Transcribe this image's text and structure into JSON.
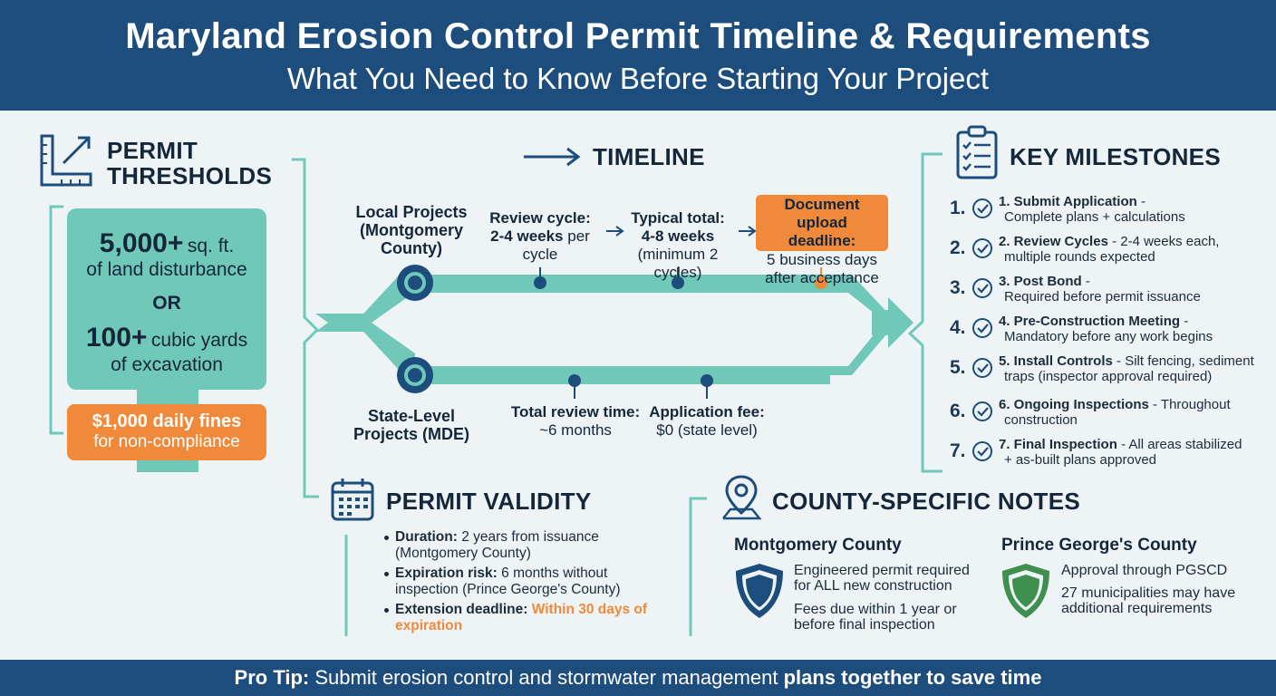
{
  "header": {
    "title": "Maryland Erosion Control Permit Timeline & Requirements",
    "subtitle": "What You Need to Know Before Starting Your Project"
  },
  "thresholds": {
    "title_line1": "PERMIT",
    "title_line2": "THRESHOLDS",
    "area_value": "5,000+",
    "area_unit": "sq. ft.",
    "area_desc": "of land disturbance",
    "or": "OR",
    "volume_value": "100+",
    "volume_unit": "cubic yards",
    "volume_desc": "of excavation",
    "fine_line1": "$1,000 daily fines",
    "fine_line2": "for non-compliance"
  },
  "timeline": {
    "title": "TIMELINE",
    "local_label_1": "Local Projects",
    "local_label_2": "(Montgomery",
    "local_label_3": "County)",
    "state_label_1": "State-Level",
    "state_label_2": "Projects (MDE)",
    "review_bold": "Review cycle:",
    "review_bold2": "2-4 weeks",
    "review_rest": "per",
    "review_rest2": "cycle",
    "typical_bold": "Typical total:",
    "typical_bold2": "4-8 weeks",
    "typical_rest": "(minimum 2 cycles)",
    "deadline_badge1": "Document upload",
    "deadline_badge2": "deadline:",
    "deadline_rest1": "5 business days",
    "deadline_rest2": "after acceptance",
    "total_bold": "Total review time:",
    "total_rest": "~6 months",
    "fee_bold": "Application fee:",
    "fee_rest": "$0 (state level)"
  },
  "milestones": {
    "title": "KEY MILESTONES",
    "items": [
      {
        "num": "1.",
        "bold": "1. Submit Application",
        "rest": " -",
        "line2": "Complete plans + calculations"
      },
      {
        "num": "2.",
        "bold": "2. Review Cycles",
        "rest": " - 2-4 weeks each,",
        "line2": "multiple rounds expected"
      },
      {
        "num": "3.",
        "bold": "3. Post Bond",
        "rest": " -",
        "line2": "Required before permit issuance"
      },
      {
        "num": "4.",
        "bold": "4. Pre-Construction Meeting",
        "rest": " -",
        "line2": "Mandatory before any work begins"
      },
      {
        "num": "5.",
        "bold": "5. Install Controls",
        "rest": " - Silt fencing, sediment",
        "line2": "traps (inspector approval required)"
      },
      {
        "num": "6.",
        "bold": "6. Ongoing Inspections",
        "rest": " - Throughout",
        "line2": "construction"
      },
      {
        "num": "7.",
        "bold": "7. Final Inspection",
        "rest": " - All areas stabilized",
        "line2": "+ as-built plans approved"
      }
    ]
  },
  "validity": {
    "title": "PERMIT VALIDITY",
    "duration_bold": "Duration:",
    "duration_rest": "2 years from issuance (Montgomery County)",
    "expiration_bold": "Expiration risk:",
    "expiration_rest": "6 months without inspection (Prince George's County)",
    "extension_bold": "Extension deadline:",
    "extension_rest": "Within 30 days of expiration"
  },
  "county": {
    "title": "COUNTY-SPECIFIC NOTES",
    "mont_name": "Montgomery County",
    "mont_note1_a": "Engineered permit required",
    "mont_note1_b": "for ALL new construction",
    "mont_note2_a": "Fees due within 1 year or",
    "mont_note2_b": "before final inspection",
    "pg_name": "Prince George's County",
    "pg_note1": "Approval through PGSCD",
    "pg_note2_a": "27 municipalities may have",
    "pg_note2_b": "additional requirements"
  },
  "footer": {
    "label": "Pro Tip:",
    "text": " Submit erosion control and stormwater management ",
    "bold_end": "plans together to save time"
  },
  "colors": {
    "navy": "#1d4d7d",
    "teal": "#6fc8b8",
    "orange": "#f08a3a",
    "green": "#3f8f4e"
  }
}
